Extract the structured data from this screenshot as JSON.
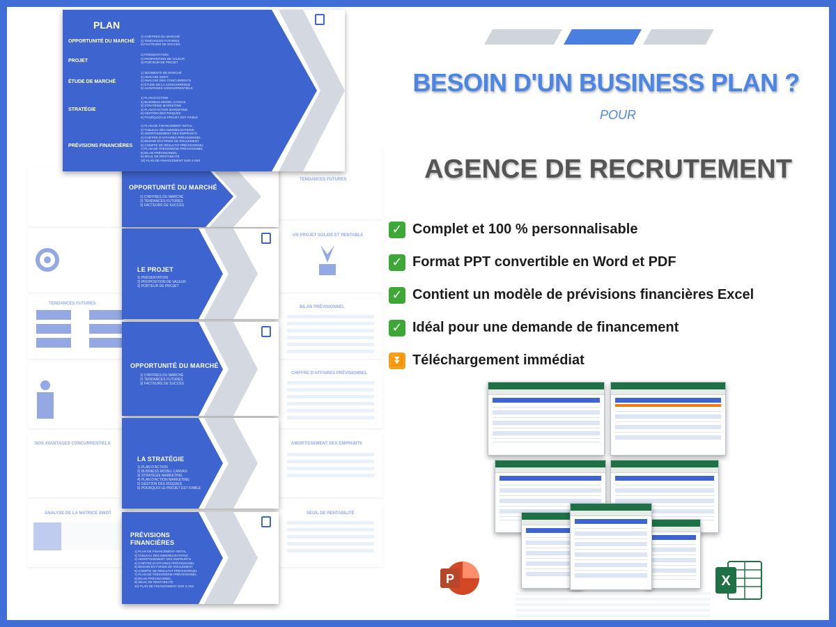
{
  "plan": {
    "title": "PLAN",
    "sections": [
      {
        "label": "OPPORTUNITÉ DU MARCHÉ",
        "items": [
          "1) CHIFFRES DU MARCHÉ",
          "2) TENDANCES FUTURES",
          "3) FACTEURS DE SUCCÈS"
        ]
      },
      {
        "label": "PROJET",
        "items": [
          "1) PRÉSENTATION",
          "2) PROPOSITION DE VALEUR",
          "3) PORTEUR DE PROJET"
        ]
      },
      {
        "label": "ÉTUDE DE MARCHÉ",
        "items": [
          "1) SEGMENTS DE MARCHÉ",
          "2) ANALYSE SWOT",
          "3) ANALYSE DES CONCURRENTS",
          "4) ÉTUDE DE LA CONCURRENCE",
          "5) AVANTAGES CONCURRENTIELS"
        ]
      },
      {
        "label": "STRATÉGIE",
        "items": [
          "1) PLAN D'ACTION",
          "2) BUSINESS MODEL CANVAS",
          "3) STRATÉGIE MARKETING",
          "4) PLAN D'ACTION MARKETING",
          "5) GESTION DES RISQUES",
          "6) POURQUOI LE PROJET EST FIABLE"
        ]
      },
      {
        "label": "PRÉVISIONS FINANCIÈRES",
        "items": [
          "1) PLAN DE FINANCEMENT INITIAL",
          "2) TABLEAU DES IMMOBILISATIONS",
          "3) AMORTISSEMENT DES EMPRUNTS",
          "4) CHIFFRE D'AFFAIRES PRÉVISIONNEL",
          "5) BESOIN EN FONDS DE ROULEMENT",
          "6) COMPTE DE RÉSULTAT PRÉVISIONNEL",
          "7) PLAN DE TRÉSORERIE PRÉVISIONNEL",
          "8) BILAN PRÉVISIONNEL",
          "9) SEUIL DE RENTABILITÉ",
          "10) PLAN DE FINANCEMENT SUR 3 ANS"
        ]
      }
    ]
  },
  "slides": {
    "opportunite_1": {
      "title": "OPPORTUNITÉ DU MARCHÉ",
      "items": [
        "1) CHIFFRES DU MARCHÉ",
        "2) TENDANCES FUTURES",
        "3) FACTEURS DE SUCCÈS"
      ]
    },
    "projet": {
      "title": "LE PROJET",
      "items": [
        "1) PRÉSENTATION",
        "2) PROPOSITION DE VALEUR",
        "3) PORTEUR DE PROJET"
      ]
    },
    "opportunite_2": {
      "title": "OPPORTUNITÉ DU MARCHÉ",
      "items": [
        "1) CHIFFRES DU MARCHÉ",
        "2) TENDANCES FUTURES",
        "3) FACTEURS DE SUCCÈS"
      ]
    },
    "strategie": {
      "title": "LA STRATÉGIE",
      "items": [
        "1) PLAN D'ACTION",
        "2) BUSINESS MODEL CANVAS",
        "3) STRATÉGIE MARKETING",
        "4) PLAN D'ACTION MARKETING",
        "5) GESTION DES RISQUES",
        "6) POURQUOI LE PROJET EST FIABLE"
      ]
    },
    "previsions": {
      "title": "PRÉVISIONS FINANCIÈRES",
      "items": [
        "1) PLAN DE FINANCEMENT INITIAL",
        "2) TABLEAU DES IMMOBILISATIONS",
        "3) AMORTISSEMENT DES EMPRUNTS",
        "4) CHIFFRE D'AFFAIRES PRÉVISIONNEL",
        "5) BESOIN EN FONDS DE ROULEMENT",
        "6) COMPTE DE RÉSULTAT PRÉVISIONNEL",
        "7) PLAN DE TRÉSORERIE PRÉVISIONNEL",
        "8) BILAN PRÉVISIONNEL",
        "9) SEUIL DE RENTABILITÉ",
        "10) PLAN DE FINANCEMENT SUR 3 ANS"
      ]
    }
  },
  "background_slides": {
    "tendances": "TENDANCES FUTURES",
    "solide": "UN PROJET SOLIDE ET RENTABLE",
    "bilan": "BILAN PRÉVISIONNEL",
    "ca": "CHIFFRE D'AFFAIRES PRÉVISIONNEL",
    "avantages": "NOS AVANTAGES CONCURRENTIELS",
    "amortissement": "AMORTISSEMENT DES EMPRUNTS",
    "swot": "ANALYSE DE LA MATRICE SWOT",
    "seuil": "SEUIL DE RENTABILITÉ"
  },
  "headline": "BESOIN D'UN BUSINESS PLAN ?",
  "pour": "POUR",
  "subhead": "AGENCE DE RECRUTEMENT",
  "features": [
    {
      "icon": "check-icon",
      "text": "Complet et 100 % personnalisable"
    },
    {
      "icon": "check-icon",
      "text": "Format PPT convertible en Word et PDF"
    },
    {
      "icon": "check-icon",
      "text": "Contient un modèle de prévisions financières Excel"
    },
    {
      "icon": "check-icon",
      "text": "Idéal pour une demande de financement"
    },
    {
      "icon": "download-arrow-icon",
      "text": "Téléchargement immédiat"
    }
  ],
  "icons": {
    "powerpoint": "P",
    "excel": "X"
  },
  "colors": {
    "accent": "#3e64cf",
    "headline": "#4b86e6",
    "subhead": "#555555",
    "check": "#3ea836",
    "download": "#f0a21d",
    "frame": "#3f6fd6"
  }
}
